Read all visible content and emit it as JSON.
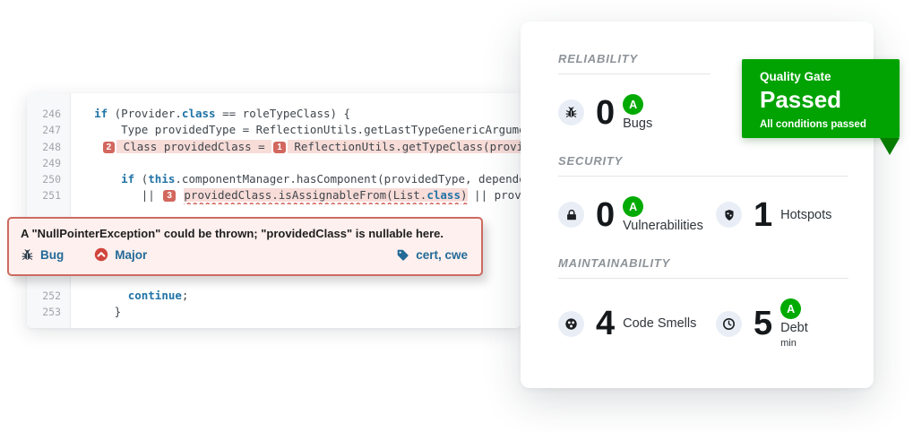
{
  "editor": {
    "lines": [
      {
        "num": "246",
        "block": "top",
        "segs": [
          {
            "t": "  ",
            "c": ""
          },
          {
            "t": "if",
            "c": "k"
          },
          {
            "t": " (Provider.",
            "c": ""
          },
          {
            "t": "class",
            "c": "k"
          },
          {
            "t": " == roleTypeClass) {",
            "c": ""
          }
        ]
      },
      {
        "num": "247",
        "block": "top",
        "segs": [
          {
            "t": "      Type providedType = ReflectionUtils.getLastTypeGenericArgument(dependencyDes",
            "c": ""
          }
        ]
      },
      {
        "num": "248",
        "block": "top",
        "segs": [
          {
            "t": "   ",
            "c": ""
          },
          {
            "t": "2",
            "c": "b"
          },
          {
            "t": " Class providedClass = ",
            "c": "hl"
          },
          {
            "t": "1",
            "c": "b"
          },
          {
            "t": " ReflectionUtils.getTypeClass(providedType);",
            "c": "hl"
          }
        ]
      },
      {
        "num": "249",
        "block": "top",
        "segs": []
      },
      {
        "num": "250",
        "block": "top",
        "segs": [
          {
            "t": "      ",
            "c": ""
          },
          {
            "t": "if",
            "c": "k"
          },
          {
            "t": " (",
            "c": ""
          },
          {
            "t": "this",
            "c": "k"
          },
          {
            "t": ".componentManager.hasComponent(providedType, dependencyDescriptor.ge",
            "c": ""
          }
        ]
      },
      {
        "num": "251",
        "block": "top",
        "segs": [
          {
            "t": "         || ",
            "c": ""
          },
          {
            "t": "3",
            "c": "b"
          },
          {
            "t": " ",
            "c": ""
          },
          {
            "t": "providedClass.isAssignableFrom(List.",
            "c": "hl u"
          },
          {
            "t": "class",
            "c": "k hl u"
          },
          {
            "t": ")",
            "c": "hl u"
          },
          {
            "t": " || providedClass.isAss",
            "c": ""
          }
        ]
      },
      {
        "num": "252",
        "block": "bottom",
        "segs": [
          {
            "t": "       ",
            "c": ""
          },
          {
            "t": "continue",
            "c": "k"
          },
          {
            "t": ";",
            "c": ""
          }
        ]
      },
      {
        "num": "253",
        "block": "bottom",
        "segs": [
          {
            "t": "     }",
            "c": ""
          }
        ]
      }
    ]
  },
  "issue": {
    "message": "A \"NullPointerException\" could be thrown; \"providedClass\" is nullable here.",
    "type_label": "Bug",
    "severity_label": "Major",
    "tags_label": "cert, cwe"
  },
  "panel": {
    "sections": [
      {
        "title": "RELIABILITY",
        "rule_width": 170,
        "metrics": [
          {
            "name": "bugs",
            "icon": "bug",
            "value": "0",
            "rating": "A",
            "label": "Bugs"
          }
        ]
      },
      {
        "title": "SECURITY",
        "rule_width": 324,
        "metrics": [
          {
            "name": "vulnerabilities",
            "icon": "lock",
            "value": "0",
            "rating": "A",
            "label": "Vulnerabilities"
          },
          {
            "name": "hotspots",
            "icon": "shield",
            "value": "1",
            "label": "Hotspots"
          }
        ]
      },
      {
        "title": "MAINTAINABILITY",
        "rule_width": 324,
        "metrics": [
          {
            "name": "code-smells",
            "icon": "code-smell",
            "value": "4",
            "label": "Code Smells"
          },
          {
            "name": "debt",
            "icon": "clock",
            "value": "5",
            "rating": "A",
            "label": "Debt",
            "sub": "min"
          }
        ]
      }
    ],
    "quality_gate": {
      "title": "Quality Gate",
      "status": "Passed",
      "subtitle": "All conditions passed"
    }
  },
  "colors": {
    "keyword_blue": "#2173a6",
    "link_blue": "#236a97",
    "highlight_pink": "#f8dcd8",
    "location_badge_red": "#d2675e",
    "severity_major_red": "#d0453c",
    "quality_gate_green": "#00a302",
    "quality_gate_fold_green": "#067b00",
    "rating_green": "#00aa00",
    "icon_circle_bg": "#e9eef6",
    "callout_bg": "#fdf0ee",
    "callout_border": "#cd6a60"
  }
}
